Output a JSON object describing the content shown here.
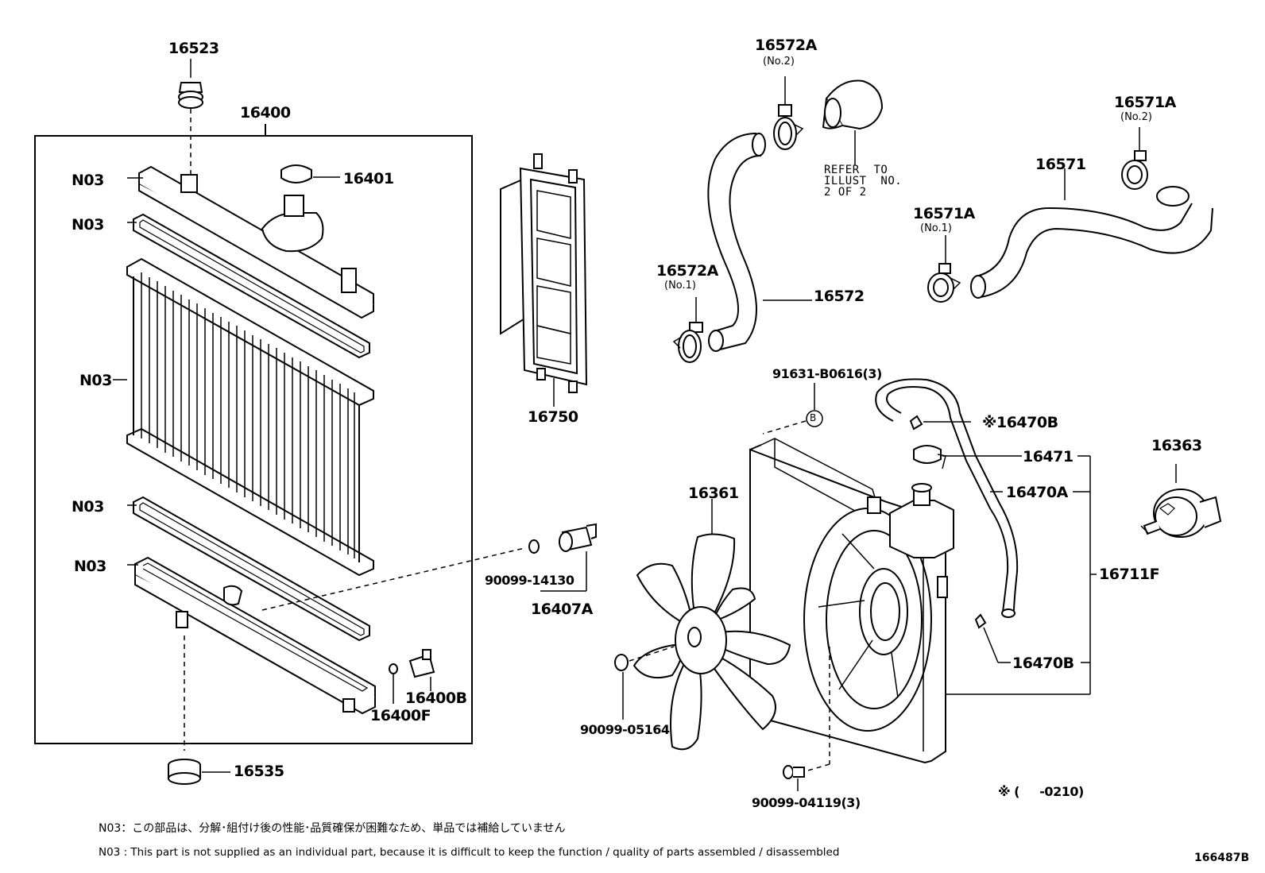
{
  "labels": {
    "p16523": "16523",
    "p16400": "16400",
    "p16401": "16401",
    "n03_1": "N03",
    "n03_2": "N03",
    "n03_3": "N03",
    "n03_4": "N03",
    "n03_5": "N03",
    "p16750": "16750",
    "p16572A_no2": "16572A",
    "no2_a": "(No.2)",
    "refer": "REFER  TO\nILLUST  NO.\n2 OF 2",
    "p16571A_no2": "16571A",
    "no2_b": "(No.2)",
    "p16571": "16571",
    "p16571A_no1": "16571A",
    "no1_b": "(No.1)",
    "p16572A_no1": "16572A",
    "no1_a": "(No.1)",
    "p16572": "16572",
    "p91631": "91631-B0616(3)",
    "circle_b": "B",
    "p16470B_top": "※16470B",
    "p16471": "16471",
    "p16363": "16363",
    "p16361": "16361",
    "p16470A": "16470A",
    "p16711F": "16711F",
    "p90099_14130": "90099-14130",
    "p16407A": "16407A",
    "p16470B_bot": "16470B",
    "p16400B": "16400B",
    "p16400F": "16400F",
    "p90099_05164": "90099-05164",
    "p16535": "16535",
    "p90099_04119": "90099-04119(3)",
    "asterisk_note": "※ (     -0210)"
  },
  "notes": {
    "jp": "N03：この部品は、分解･組付け後の性能･品質確保が困難なため、単品では補給していません",
    "en": "N03 : This part is not supplied as an individual part, because it is difficult to keep the function / quality of parts assembled / disassembled"
  },
  "diagram_code": "166487B"
}
